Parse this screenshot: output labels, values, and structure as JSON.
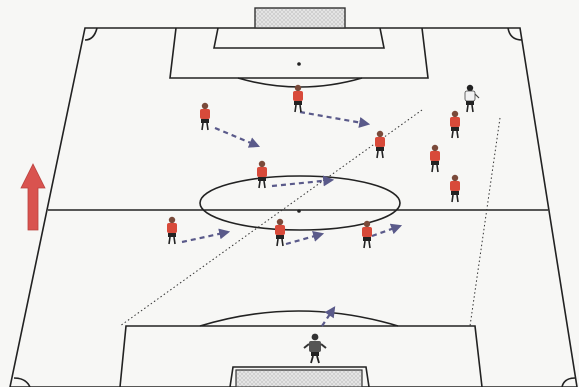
{
  "diagram": {
    "type": "football-training-drill",
    "colors": {
      "background": "#f7f7f5",
      "pitch_lines": "#222222",
      "goal_net": "#d8d8d8",
      "attack_arrow": "#d9534f",
      "team_shirt": "#d84a3a",
      "team_shorts": "#222222",
      "opponent_shirt": "#f2f2f2",
      "goalkeeper_shirt": "#555555",
      "pass_arrow": "#5a5a8a",
      "guide_line": "#333333"
    },
    "attack_direction_icon": "arrow-up-icon",
    "player_groups": [
      {
        "role": "attacker",
        "count": 10
      },
      {
        "role": "opponent",
        "count": 1
      },
      {
        "role": "goalkeeper",
        "count": 1
      }
    ]
  }
}
